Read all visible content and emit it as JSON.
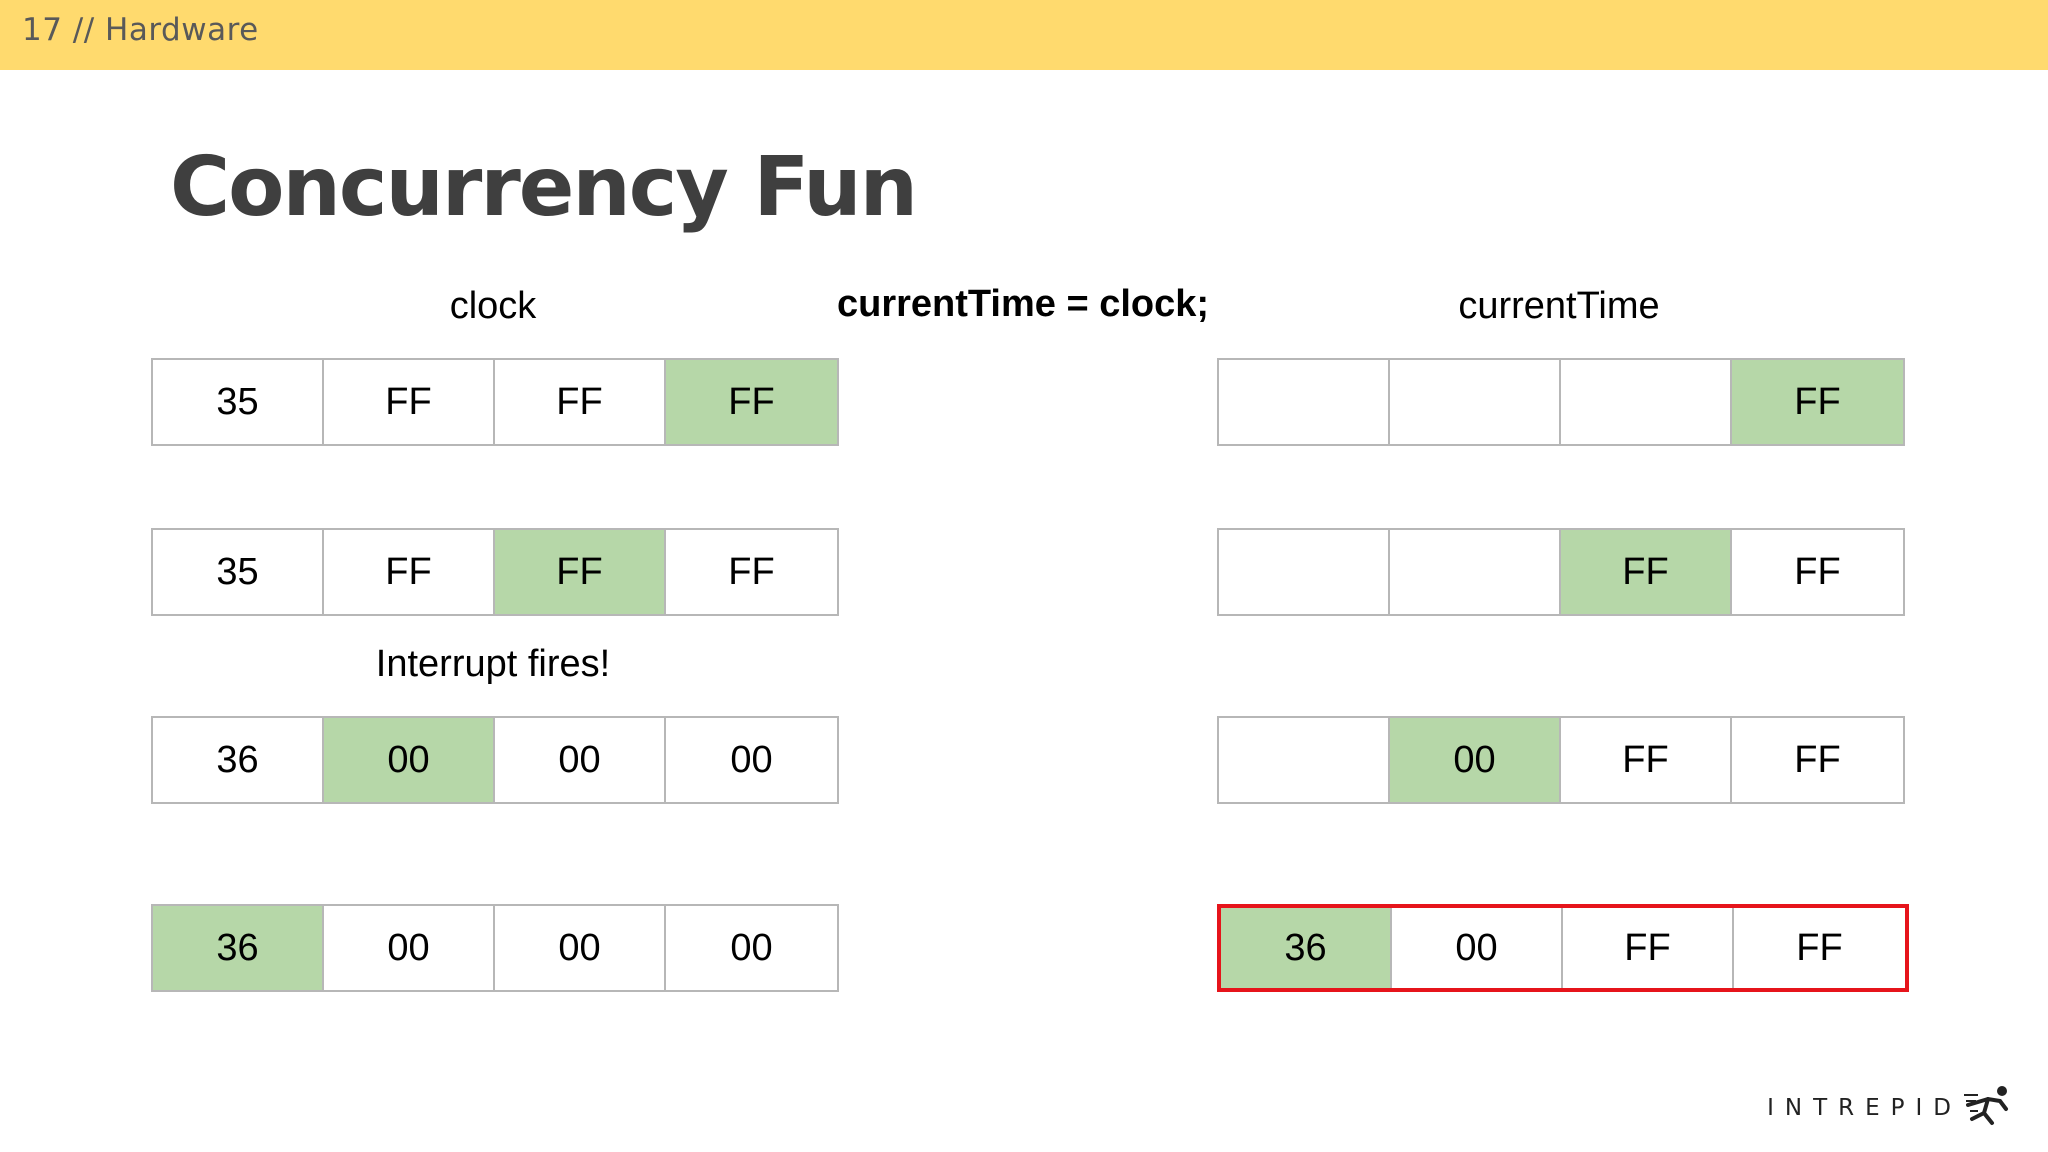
{
  "header": {
    "slide_label": "17 // Hardware"
  },
  "title": "Concurrency Fun",
  "labels": {
    "clock": "clock",
    "statement": "currentTime = clock;",
    "current_time": "currentTime",
    "interrupt": "Interrupt fires!"
  },
  "colors": {
    "header": "#ffda6e",
    "highlight_cell": "#b6d7a8",
    "torn_read_border": "#e6141b"
  },
  "clock_rows": [
    {
      "cells": [
        "35",
        "FF",
        "FF",
        "FF"
      ],
      "highlight": 3
    },
    {
      "cells": [
        "35",
        "FF",
        "FF",
        "FF"
      ],
      "highlight": 2
    },
    {
      "cells": [
        "36",
        "00",
        "00",
        "00"
      ],
      "highlight": 1
    },
    {
      "cells": [
        "36",
        "00",
        "00",
        "00"
      ],
      "highlight": 0
    }
  ],
  "current_time_rows": [
    {
      "cells": [
        "",
        "",
        "",
        "FF"
      ],
      "highlight": 3
    },
    {
      "cells": [
        "",
        "",
        "FF",
        "FF"
      ],
      "highlight": 2
    },
    {
      "cells": [
        "",
        "00",
        "FF",
        "FF"
      ],
      "highlight": 1
    },
    {
      "cells": [
        "36",
        "00",
        "FF",
        "FF"
      ],
      "highlight": 0,
      "outlined": true
    }
  ],
  "logo": {
    "text": "INTREPID",
    "icon": "running-figure-icon"
  }
}
